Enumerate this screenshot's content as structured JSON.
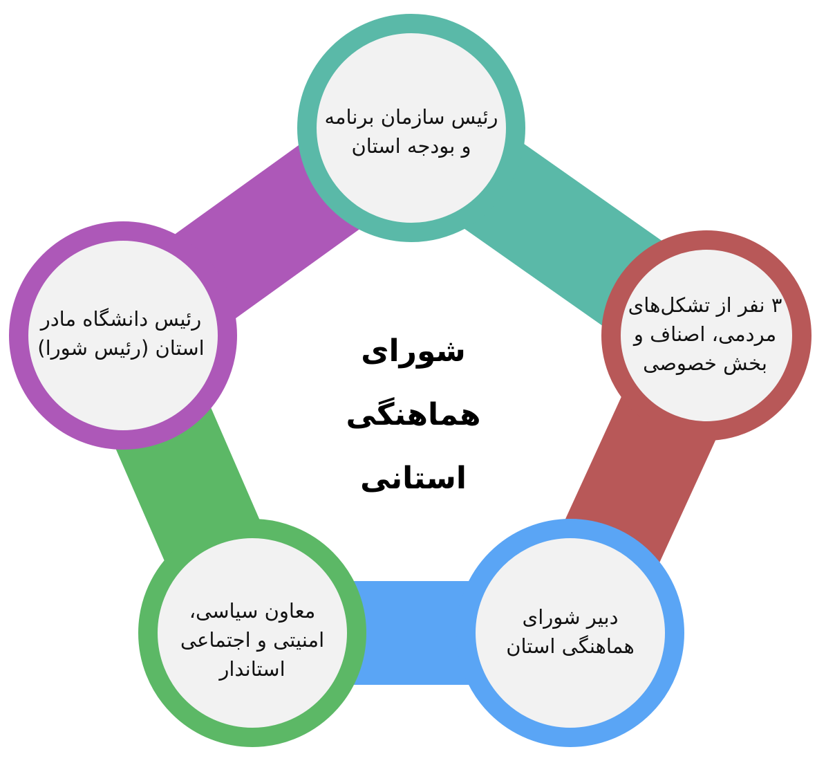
{
  "title": "شورای هماهنگی استانی",
  "title_lines": [
    "شورای",
    "هماهنگی",
    "استانی"
  ],
  "nodes": [
    {
      "label": "رئیس سازمان برنامه و بودجه استان",
      "color": "#5ab9a8"
    },
    {
      "label": "۳ نفر از تشکل‌های مردمی، اصناف و بخش خصوصی",
      "color": "#b85858"
    },
    {
      "label": "دبیر شورای هماهنگی استان",
      "color": "#5aa5f5"
    },
    {
      "label": "معاون سیاسی، امنیتی و اجتماعی استاندار",
      "color": "#5cb866"
    },
    {
      "label": "رئیس دانشگاه مادر استان (رئیس شورا)",
      "color": "#ad58b8"
    }
  ],
  "circle_fill": "#f2f2f2"
}
